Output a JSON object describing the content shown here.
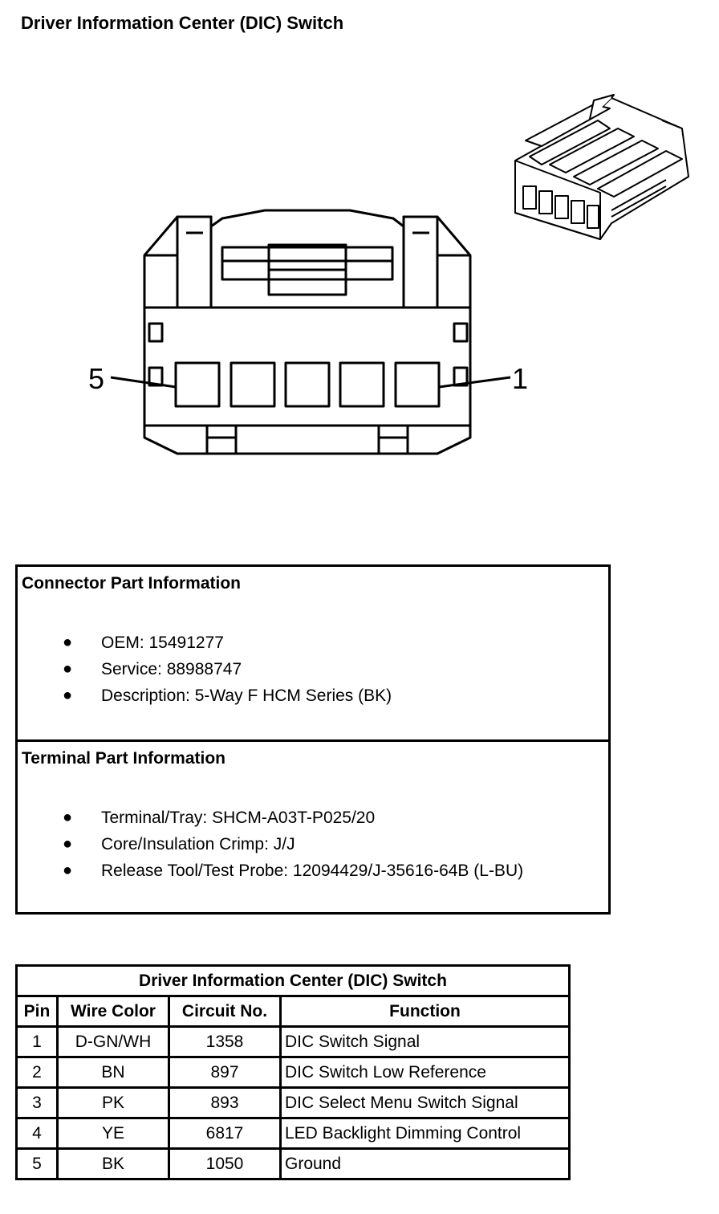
{
  "page_title": "Driver Information Center (DIC) Switch",
  "connector_face": {
    "pin_label_left": "5",
    "pin_label_right": "1"
  },
  "connector_info": {
    "heading": "Connector Part Information",
    "items": [
      "OEM: 15491277",
      "Service: 88988747",
      "Description: 5-Way F HCM Series (BK)"
    ]
  },
  "terminal_info": {
    "heading": "Terminal Part Information",
    "items": [
      "Terminal/Tray: SHCM-A03T-P025/20",
      "Core/Insulation Crimp: J/J",
      "Release Tool/Test Probe: 12094429/J-35616-64B (L-BU)"
    ]
  },
  "pin_table": {
    "title": "Driver Information Center (DIC) Switch",
    "headers": [
      "Pin",
      "Wire Color",
      "Circuit No.",
      "Function"
    ],
    "rows": [
      [
        "1",
        "D-GN/WH",
        "1358",
        "DIC Switch Signal"
      ],
      [
        "2",
        "BN",
        "897",
        "DIC Switch Low Reference"
      ],
      [
        "3",
        "PK",
        "893",
        "DIC Select Menu Switch Signal"
      ],
      [
        "4",
        "YE",
        "6817",
        "LED Backlight Dimming Control"
      ],
      [
        "5",
        "BK",
        "1050",
        "Ground"
      ]
    ]
  },
  "bullet_glyph": "●"
}
